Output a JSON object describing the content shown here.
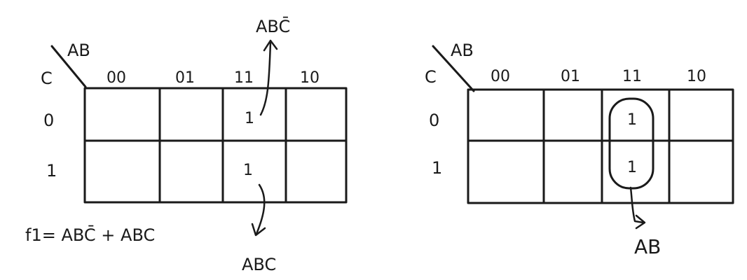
{
  "ink_color": "#1a1a1a",
  "left_map": {
    "var_row": "C",
    "var_col": "AB",
    "col_headers": [
      "00",
      "01",
      "11",
      "10"
    ],
    "row_headers": [
      "0",
      "1"
    ],
    "cells": [
      [
        "",
        "",
        "1",
        ""
      ],
      [
        "",
        "",
        "1",
        ""
      ]
    ],
    "callout_top": "ABC̄",
    "callout_bottom": "ABC",
    "equation": "f1= ABC̄ + ABC"
  },
  "right_map": {
    "var_row": "C",
    "var_col": "AB",
    "col_headers": [
      "00",
      "01",
      "11",
      "10"
    ],
    "row_headers": [
      "0",
      "1"
    ],
    "cells": [
      [
        "",
        "",
        "1",
        ""
      ],
      [
        "",
        "",
        "1",
        ""
      ]
    ],
    "group_label": "AB"
  }
}
